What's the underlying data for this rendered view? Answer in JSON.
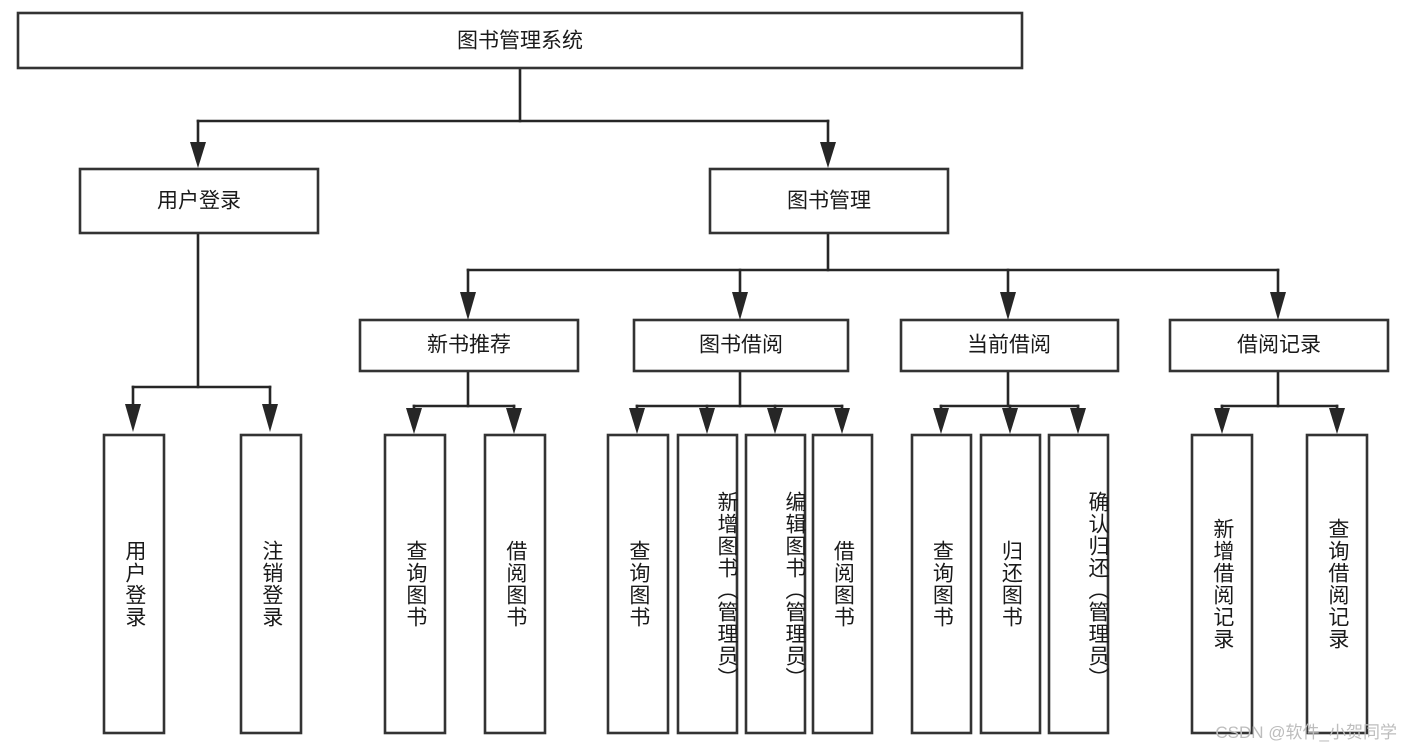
{
  "diagram": {
    "type": "tree",
    "orientation": "top-down",
    "title": "图书管理系统",
    "watermark": "CSDN @软件_小贺同学",
    "colors": {
      "box_fill": "#ffffff",
      "box_stroke": "#333333",
      "edge": "#262626",
      "text": "#1a1a1a",
      "watermark": "#bdbdbd",
      "background": "#ffffff"
    },
    "levels": {
      "root": {
        "label": "图书管理系统"
      },
      "level2": [
        {
          "label": "用户登录"
        },
        {
          "label": "图书管理"
        }
      ],
      "level3": [
        {
          "label": "新书推荐",
          "parent": "图书管理"
        },
        {
          "label": "图书借阅",
          "parent": "图书管理"
        },
        {
          "label": "当前借阅",
          "parent": "图书管理"
        },
        {
          "label": "借阅记录",
          "parent": "图书管理"
        }
      ],
      "leaves": [
        {
          "label": "用户登录",
          "parent": "用户登录"
        },
        {
          "label": "注销登录",
          "parent": "用户登录"
        },
        {
          "label": "查询图书",
          "parent": "新书推荐"
        },
        {
          "label": "借阅图书",
          "parent": "新书推荐"
        },
        {
          "label": "查询图书",
          "parent": "图书借阅"
        },
        {
          "label": "新增图书（管理员）",
          "parent": "图书借阅"
        },
        {
          "label": "编辑图书（管理员）",
          "parent": "图书借阅"
        },
        {
          "label": "借阅图书",
          "parent": "图书借阅"
        },
        {
          "label": "查询图书",
          "parent": "当前借阅"
        },
        {
          "label": "归还图书",
          "parent": "当前借阅"
        },
        {
          "label": "确认归还（管理员）",
          "parent": "当前借阅"
        },
        {
          "label": "新增借阅记录",
          "parent": "借阅记录"
        },
        {
          "label": "查询借阅记录",
          "parent": "借阅记录"
        }
      ]
    }
  }
}
